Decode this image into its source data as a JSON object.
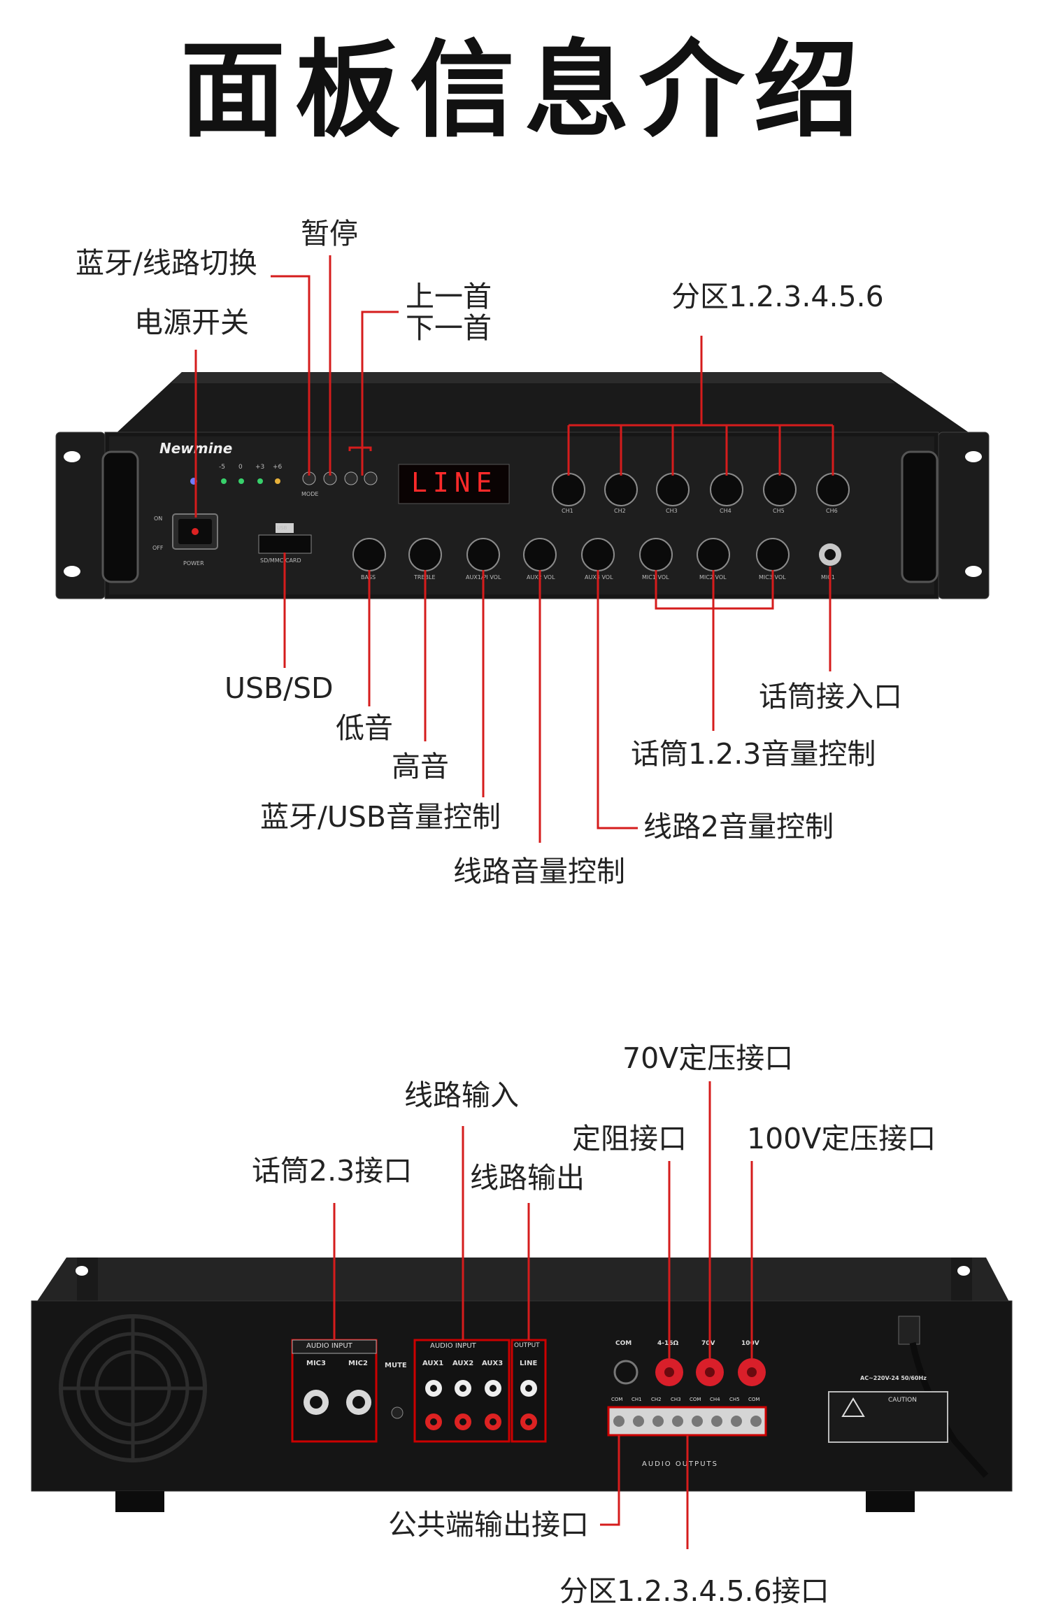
{
  "title": "面板信息介绍",
  "front_panel": {
    "brand": "Newmine",
    "display": "LINE",
    "power_labels": {
      "on": "ON",
      "off": "OFF",
      "power": "POWER"
    },
    "usb_labels": {
      "usb": "USB",
      "card": "SD/MMC CARD"
    },
    "level_leds": [
      "-5",
      "0",
      "+3",
      "+6"
    ],
    "zone_knobs": [
      "CH1",
      "CH2",
      "CH3",
      "CH4",
      "CH5",
      "CH6"
    ],
    "bottom_knobs": [
      "BASS",
      "TREBLE",
      "AUX1/PI VOL",
      "AUX2 VOL",
      "AUX3 VOL",
      "MIC1 VOL",
      "MIC2 VOL",
      "MIC3 VOL"
    ],
    "mic_jack": "MIC1",
    "mode_button": "MODE"
  },
  "rear_panel": {
    "audio_input_1": "AUDIO INPUT",
    "audio_input_2": "AUDIO INPUT",
    "output": "OUTPUT",
    "mic_jacks": [
      "MIC3",
      "MIC2"
    ],
    "mute": "MUTE",
    "aux_jacks": [
      "AUX1",
      "AUX2",
      "AUX3"
    ],
    "line_out": "LINE",
    "terminals": [
      "COM",
      "4-16Ω",
      "70V",
      "100V"
    ],
    "zone_terminals": [
      "COM",
      "CH1",
      "CH2",
      "CH3",
      "COM",
      "CH4",
      "CH5",
      "COM"
    ],
    "audio_outputs": "AUDIO OUTPUTS",
    "power_input": "AC~220V-24  50/60Hz",
    "caution": "CAUTION"
  },
  "front_callouts": {
    "pause": "暂停",
    "bt_line_switch": "蓝牙/线路切换",
    "power_switch": "电源开关",
    "prev_track": "上一首",
    "next_track": "下一首",
    "zones": "分区1.2.3.4.5.6",
    "usb_sd": "USB/SD",
    "bass": "低音",
    "treble": "高音",
    "bt_usb_volume": "蓝牙/USB音量控制",
    "line_volume": "线路音量控制",
    "mic_input": "话筒接入口",
    "mic123_volume": "话筒1.2.3音量控制",
    "line2_volume": "线路2音量控制"
  },
  "rear_callouts": {
    "v70": "70V定压接口",
    "line_input": "线路输入",
    "fixed_impedance": "定阻接口",
    "v100": "100V定压接口",
    "mic23": "话筒2.3接口",
    "line_output": "线路输出",
    "common_output": "公共端输出接口",
    "zone_output": "分区1.2.3.4.5.6接口"
  }
}
